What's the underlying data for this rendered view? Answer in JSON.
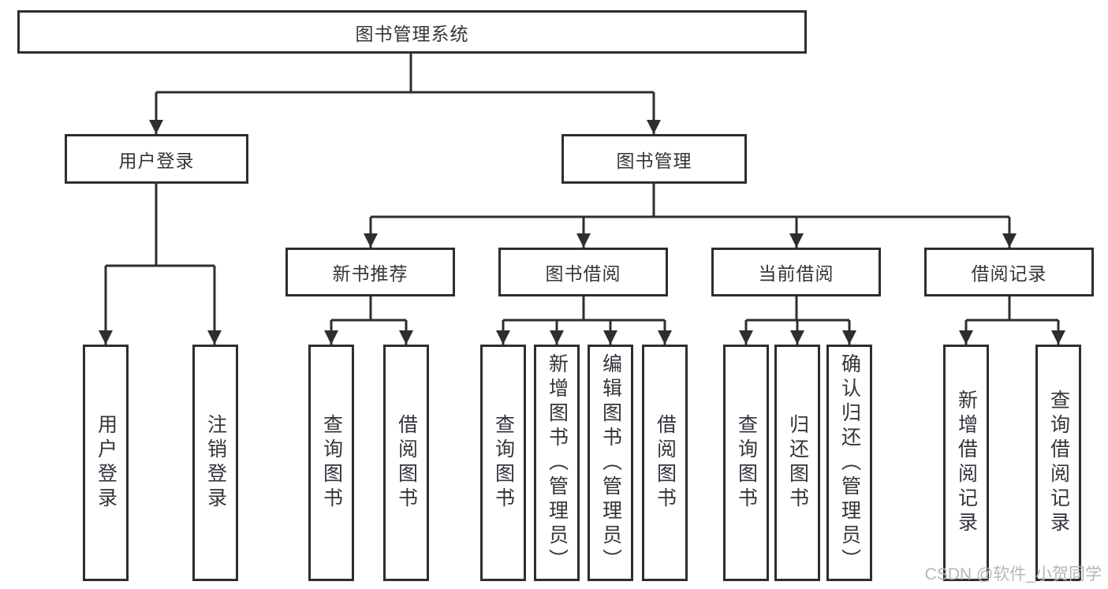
{
  "diagram_title": "图书管理系统",
  "watermark": "CSDN @软件_小贺同学",
  "colors": {
    "line": "#2e2e2e",
    "box_border": "#2e2e2e",
    "text": "#33353c",
    "background": "#ffffff",
    "watermark": "#b5b5b5"
  },
  "tree": {
    "root": {
      "label": "图书管理系统"
    },
    "level2": [
      {
        "label": "用户登录",
        "children": [
          "用户登录",
          "注销登录"
        ]
      },
      {
        "label": "图书管理"
      }
    ],
    "level3": [
      {
        "label": "新书推荐",
        "children": [
          "查询图书",
          "借阅图书"
        ]
      },
      {
        "label": "图书借阅",
        "children": [
          "查询图书",
          "新增图书（管理员）",
          "编辑图书（管理员）",
          "借阅图书"
        ]
      },
      {
        "label": "当前借阅",
        "children": [
          "查询图书",
          "归还图书",
          "确认归还（管理员）"
        ]
      },
      {
        "label": "借阅记录",
        "children": [
          "新增借阅记录",
          "查询借阅记录"
        ]
      }
    ]
  }
}
